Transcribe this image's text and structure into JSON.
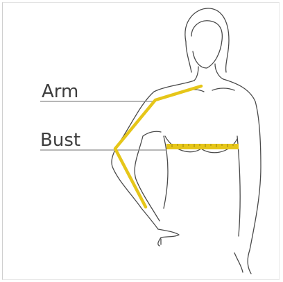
{
  "labels": {
    "arm": "Arm",
    "bust": "Bust"
  },
  "colors": {
    "outline": "#4a4a4a",
    "guide_line": "#8a8a8a",
    "tape": "#e6c619",
    "tape_ticks": "#9c8410"
  },
  "figure": {
    "subject": "female-upper-body-outline"
  }
}
